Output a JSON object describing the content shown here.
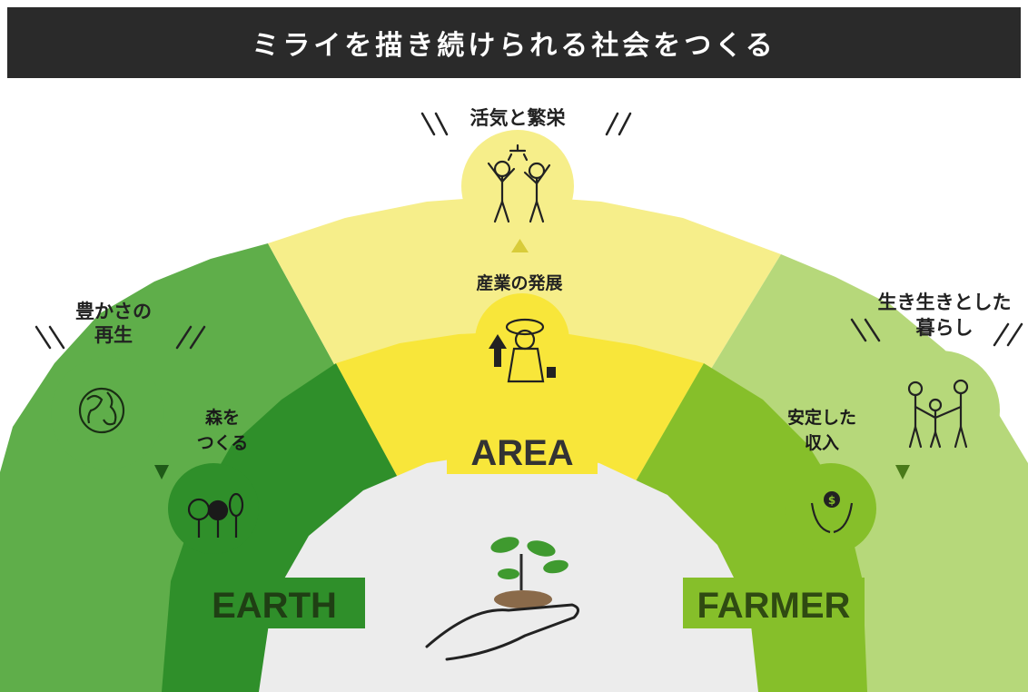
{
  "title": "ミライを描き続けられる社会をつくる",
  "top": {
    "outer_label": "活気と繁栄",
    "inner_label": "産業の発展",
    "name": "AREA"
  },
  "left": {
    "outer_label_line1": "豊かさの",
    "outer_label_line2": "再生",
    "inner_label_line1": "森を",
    "inner_label_line2": "つくる",
    "name": "EARTH"
  },
  "right": {
    "outer_label_line1": "生き生きとした",
    "outer_label_line2": "暮らし",
    "inner_label_line1": "安定した",
    "inner_label_line2": "収入",
    "name": "FARMER"
  },
  "colors": {
    "title_bg": "#2a2a2a",
    "earth_outer": "#5fae4a",
    "earth_inner": "#2f8f2a",
    "area_outer": "#f6ee8a",
    "area_inner": "#f8e63a",
    "farmer_outer": "#b6d87a",
    "farmer_inner": "#86bf2a",
    "center": "#ececec"
  },
  "icons": {
    "globe": "globe-icon",
    "trees": "trees-icon",
    "people_celebrating": "celebrating-people-icon",
    "farmer": "farmer-icon",
    "family": "family-icon",
    "money_hands": "money-hands-icon",
    "seedling": "seedling-in-hand-icon"
  }
}
